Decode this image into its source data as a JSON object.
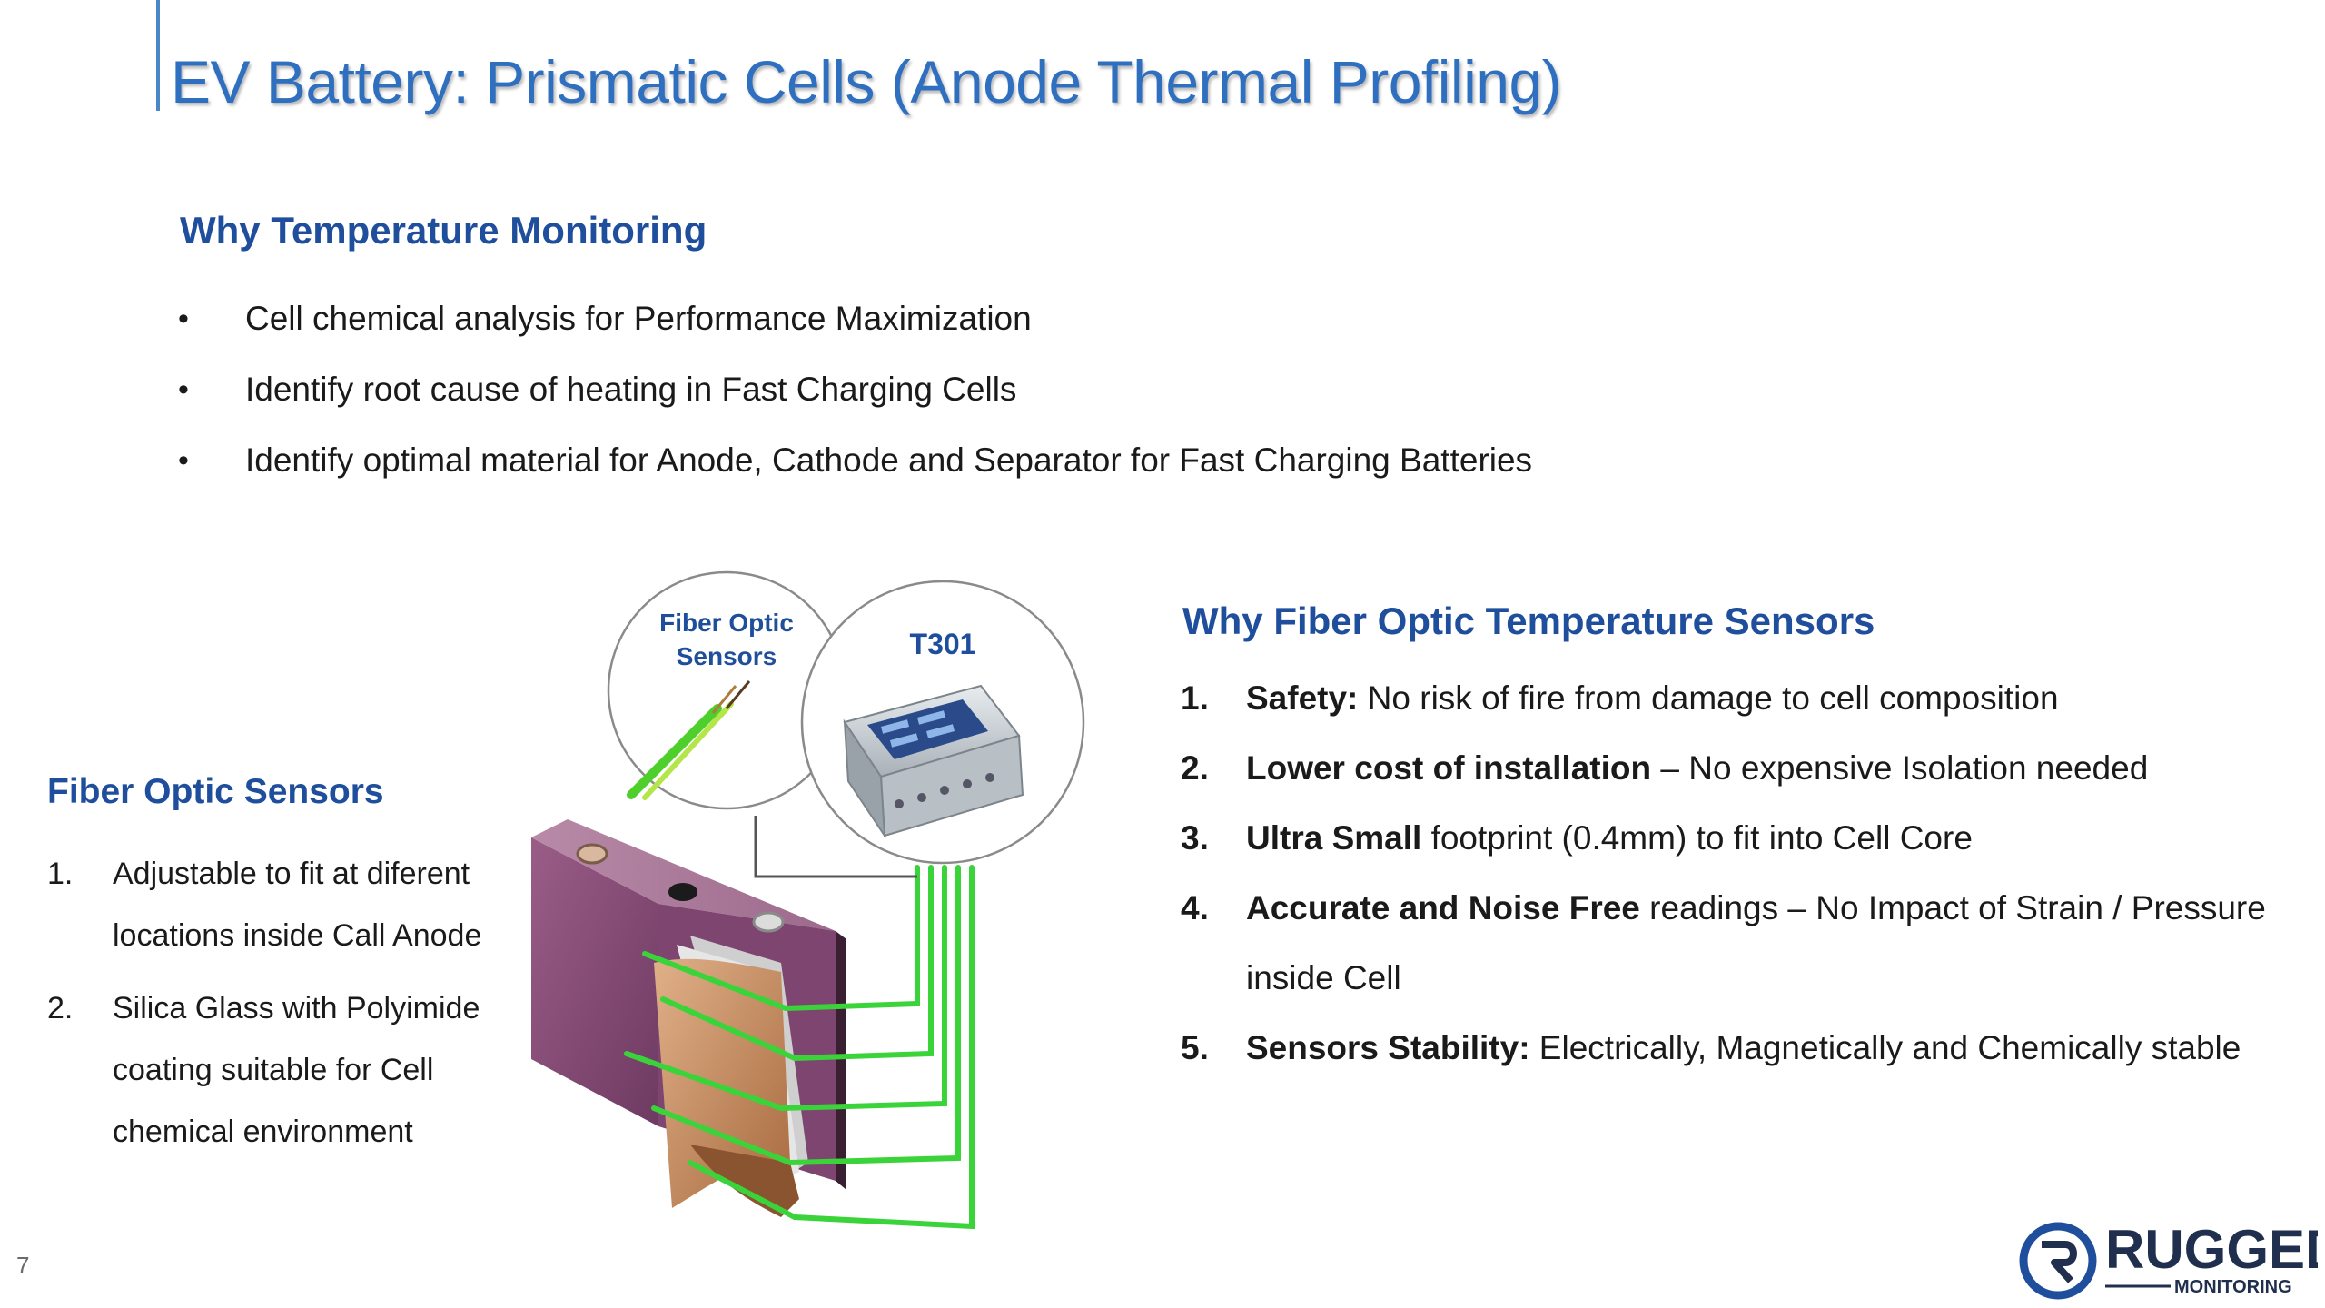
{
  "title": "EV Battery: Prismatic Cells (Anode Thermal Profiling)",
  "why_temperature": {
    "heading": "Why Temperature Monitoring",
    "bullets": [
      "Cell chemical analysis for Performance Maximization",
      "Identify root cause of heating in Fast Charging Cells",
      "Identify optimal material for Anode, Cathode and Separator for Fast Charging Batteries"
    ]
  },
  "fiber_optic": {
    "heading": "Fiber Optic Sensors",
    "items": [
      {
        "num": "1.",
        "text": "Adjustable to fit at diferent locations inside Call Anode"
      },
      {
        "num": "2.",
        "text": "Silica Glass with Polyimide coating suitable for Cell chemical environment"
      }
    ]
  },
  "diagram": {
    "sensor_label_line1": "Fiber Optic",
    "sensor_label_line2": "Sensors",
    "device_label": "T301"
  },
  "why_fiber": {
    "heading": "Why Fiber Optic Temperature Sensors",
    "items": [
      {
        "num": "1.",
        "bold": "Safety:",
        "text": " No risk of fire from damage to cell composition"
      },
      {
        "num": "2.",
        "bold": "Lower cost of installation",
        "text": " – No expensive Isolation needed"
      },
      {
        "num": "3.",
        "bold": "Ultra Small",
        "text": " footprint (0.4mm) to fit into Cell Core"
      },
      {
        "num": "4.",
        "bold": "Accurate and Noise Free",
        "text": " readings – No Impact of Strain / Pressure inside Cell"
      },
      {
        "num": "5.",
        "bold": "Sensors Stability:",
        "text": " Electrically, Magnetically and Chemically stable"
      }
    ]
  },
  "page_number": "7",
  "logo": {
    "word": "RUGGED",
    "sub": "MONITORING"
  },
  "colors": {
    "title": "#2f6fc0",
    "heading": "#1f4e9c",
    "fiber_green": "#3ad43a",
    "cell_purple": "#8a4f78"
  }
}
